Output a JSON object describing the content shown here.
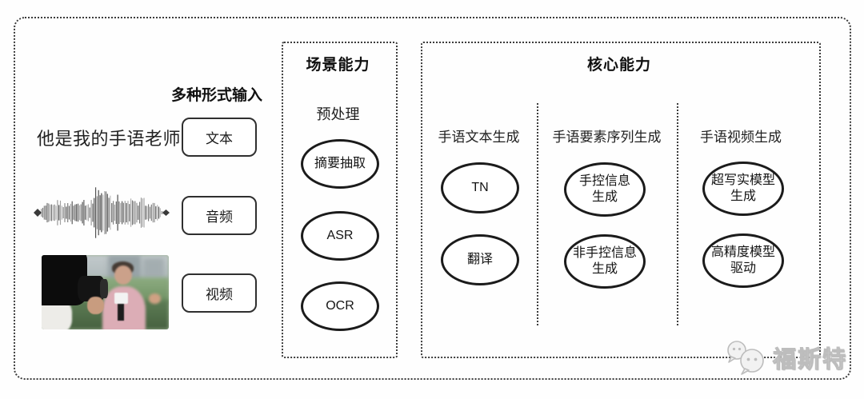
{
  "input": {
    "title": "多种形式输入",
    "sample_sentence": "他是我的手语老师",
    "modes": [
      {
        "label": "文本"
      },
      {
        "label": "音频"
      },
      {
        "label": "视频"
      }
    ]
  },
  "scene": {
    "title": "场景能力",
    "stage_label": "预处理",
    "nodes": [
      {
        "label": "摘要抽取"
      },
      {
        "label": "ASR"
      },
      {
        "label": "OCR"
      }
    ]
  },
  "core": {
    "title": "核心能力",
    "columns": [
      {
        "header": "手语文本生成",
        "nodes": [
          {
            "label": "TN"
          },
          {
            "label": "翻译"
          }
        ]
      },
      {
        "header": "手语要素序列生成",
        "nodes": [
          {
            "label": "手控信息\n生成"
          },
          {
            "label": "非手控信息\n生成"
          }
        ]
      },
      {
        "header": "手语视频生成",
        "nodes": [
          {
            "label": "超写实模型\n生成"
          },
          {
            "label": "高精度模型\n驱动"
          }
        ]
      }
    ]
  },
  "watermark": {
    "text": "福斯特"
  },
  "colors": {
    "line": "#2f2f2f",
    "dotted_border": "#3c3c3c",
    "text": "#1a1a1a",
    "watermark_gray": "#bdbdbd"
  }
}
